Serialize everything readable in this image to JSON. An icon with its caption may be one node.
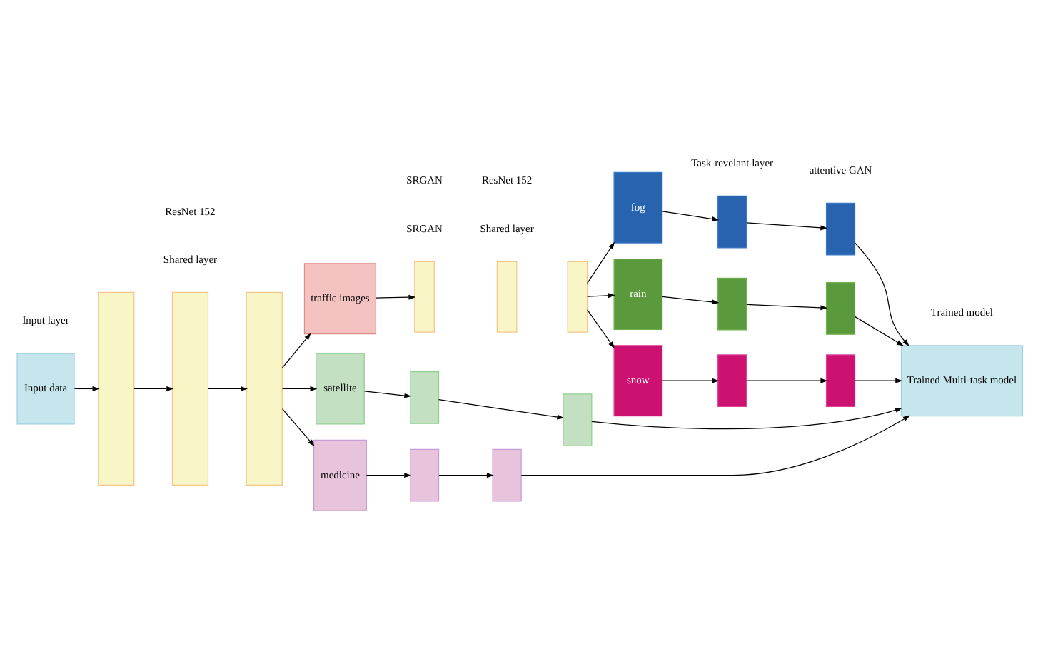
{
  "diagram": {
    "nodes": [
      {
        "text": [
          "Input data"
        ]
      },
      {
        "text": [],
        "shape": "box"
      },
      {
        "text": [],
        "shape": "box"
      },
      {
        "text": [],
        "shape": "box"
      },
      {
        "text": [
          "traffic images"
        ]
      },
      {
        "text": [],
        "shape": "box"
      },
      {
        "text": [],
        "shape": "box"
      },
      {
        "text": [],
        "shape": "box"
      },
      {
        "text": [
          "fog"
        ]
      },
      {
        "text": [],
        "shape": "box"
      },
      {
        "text": [],
        "shape": "box"
      },
      {
        "text": [
          "rain"
        ]
      },
      {
        "text": [],
        "shape": "box"
      },
      {
        "text": [],
        "shape": "box"
      },
      {
        "text": [
          "snow"
        ]
      },
      {
        "text": [],
        "shape": "box"
      },
      {
        "text": [],
        "shape": "box"
      },
      {
        "text": [
          "satellite"
        ]
      },
      {
        "text": [],
        "shape": "box"
      },
      {
        "text": [],
        "shape": "box"
      },
      {
        "text": [
          "medicine"
        ]
      },
      {
        "text": [],
        "shape": "box"
      },
      {
        "text": [],
        "shape": "box"
      },
      {
        "text": [
          "Trained Multi-task model"
        ]
      }
    ],
    "edges": [
      {
        "from": 0,
        "to": 1,
        "arrow": "to"
      },
      {
        "from": 1,
        "to": 2,
        "arrow": "to"
      },
      {
        "from": 2,
        "to": 3,
        "arrow": "to"
      },
      {
        "from": 3,
        "to": 4,
        "arrow": "to"
      },
      {
        "from": 3,
        "to": 17,
        "arrow": "to"
      },
      {
        "from": 3,
        "to": 20,
        "arrow": "to"
      },
      {
        "from": 4,
        "to": 5,
        "arrow": "to"
      },
      {
        "from": 7,
        "to": 8,
        "arrow": "to"
      },
      {
        "from": 7,
        "to": 11,
        "arrow": "to"
      },
      {
        "from": 7,
        "to": 14,
        "arrow": "to"
      },
      {
        "from": 8,
        "to": 9,
        "arrow": "to"
      },
      {
        "from": 9,
        "to": 10,
        "arrow": "to"
      },
      {
        "from": 11,
        "to": 12,
        "arrow": "to"
      },
      {
        "from": 12,
        "to": 13,
        "arrow": "to"
      },
      {
        "from": 14,
        "to": 15,
        "arrow": "to"
      },
      {
        "from": 15,
        "to": 16,
        "arrow": "to"
      },
      {
        "from": 17,
        "to": 18,
        "arrow": "to"
      },
      {
        "from": 18,
        "to": 19,
        "arrow": "to"
      },
      {
        "from": 20,
        "to": 21,
        "arrow": "to"
      },
      {
        "from": 21,
        "to": 22,
        "arrow": "to"
      },
      {
        "from": 10,
        "to": 23,
        "arrow": "to"
      },
      {
        "from": 13,
        "to": 23,
        "arrow": "to"
      },
      {
        "from": 16,
        "to": 23,
        "arrow": "to"
      },
      {
        "from": 19,
        "to": 23,
        "arrow": "to"
      },
      {
        "from": 22,
        "to": 23,
        "arrow": "to"
      }
    ],
    "labels": [
      "Input layer",
      "Shared layer",
      "Task-revelant layer",
      "Trained model",
      "Shared layer",
      "ResNet 152",
      "ResNet 152",
      "attentive GAN",
      "SRGAN",
      "SRGAN"
    ]
  }
}
